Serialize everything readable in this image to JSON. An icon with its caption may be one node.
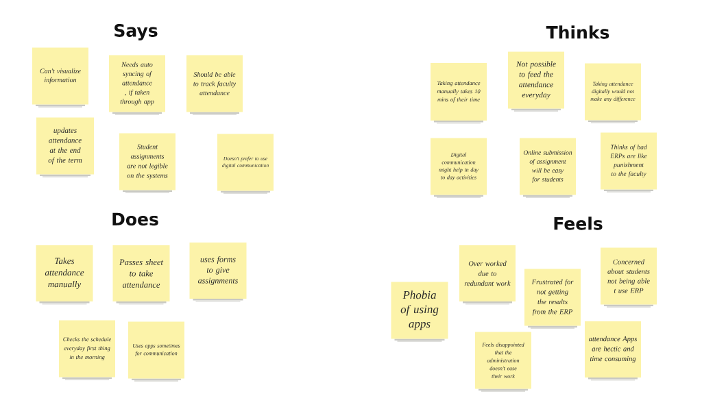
{
  "diagram": {
    "nodes": [
      {
        "text": [
          "Can't visualize information"
        ]
      },
      {
        "text": [
          "Needs auto syncing of attendance , if taken through app"
        ]
      },
      {
        "text": [
          "Should be able to track faculty attendance"
        ]
      },
      {
        "text": [
          "updates attendance at the end of the term"
        ]
      },
      {
        "text": [
          "Student assignments are not legible on the systems"
        ]
      },
      {
        "text": [
          "Doesn't prefer to use digital communication"
        ]
      },
      {
        "text": [
          "Taking attendance manually takes 10 mins of their time"
        ]
      },
      {
        "text": [
          "Not possible to feed the attendance everyday"
        ]
      },
      {
        "text": [
          "Taking attendance digitally would not make any difference"
        ]
      },
      {
        "text": [
          "Digital communication might help in day to day activities"
        ]
      },
      {
        "text": [
          "Online submission of assignment will be easy for students"
        ]
      },
      {
        "text": [
          "Thinks of bad ERPs are like punishment to the faculty"
        ]
      },
      {
        "text": [
          "Takes attendance manually"
        ]
      },
      {
        "text": [
          "Passes sheet to take attendance"
        ]
      },
      {
        "text": [
          "uses forms to give assignments"
        ]
      },
      {
        "text": [
          "Checks the schedule everyday first thing in the morning"
        ]
      },
      {
        "text": [
          "Uses apps sometimes for communication"
        ]
      },
      {
        "text": [
          "Phobia of using apps"
        ]
      },
      {
        "text": [
          "Over worked due to redundant work"
        ]
      },
      {
        "text": [
          "Frustrated for not getting the results from the ERP"
        ]
      },
      {
        "text": [
          "Concerned about students not being able t use ERP"
        ]
      },
      {
        "text": [
          "Feels disappointed that the administration doesn't ease their work"
        ]
      },
      {
        "text": [
          "attendance Apps are hectic and time consuming"
        ]
      }
    ],
    "labels": [
      "Says",
      "Thinks",
      "Does",
      "Feels"
    ]
  }
}
